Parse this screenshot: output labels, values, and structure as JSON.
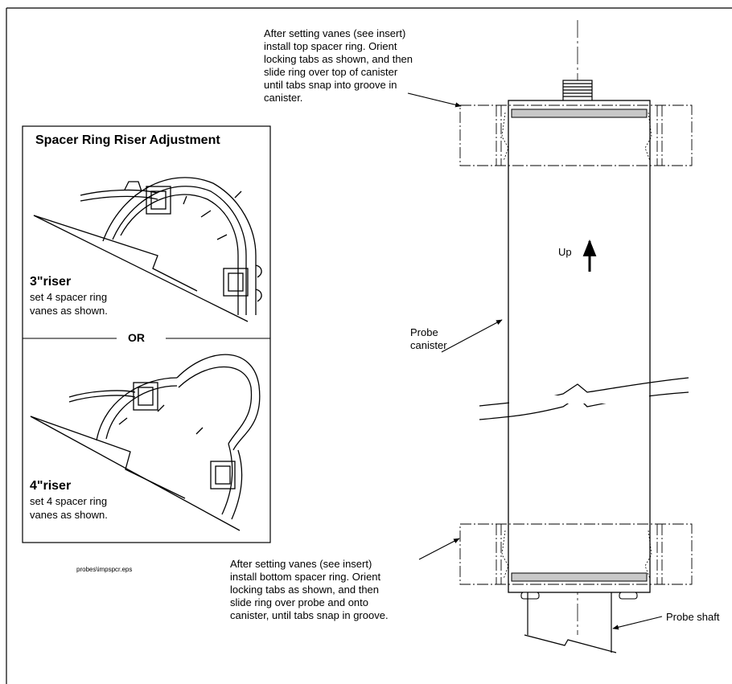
{
  "inset": {
    "title": "Spacer Ring Riser Adjustment",
    "option_a": {
      "riser": "3\"riser",
      "description": "set 4 spacer ring\nvanes as shown."
    },
    "separator": "OR",
    "option_b": {
      "riser": "4\"riser",
      "description": "set 4 spacer ring\nvanes as shown."
    }
  },
  "file_label": "probes\\impspcr.eps",
  "callouts": {
    "top_ring": "After setting vanes (see insert)\ninstall top spacer ring. Orient\nlocking tabs as shown, and then\nslide ring over top of canister\nuntil tabs snap into groove in\ncanister.",
    "bottom_ring": "After setting vanes (see insert)\ninstall bottom spacer ring. Orient\nlocking tabs as shown, and then\nslide ring over probe and onto\ncanister, until tabs snap in groove.",
    "canister": "Probe\ncanister",
    "up": "Up",
    "shaft": "Probe shaft"
  },
  "colors": {
    "line": "#000000",
    "band": "#c8c8c8",
    "background": "#ffffff"
  }
}
